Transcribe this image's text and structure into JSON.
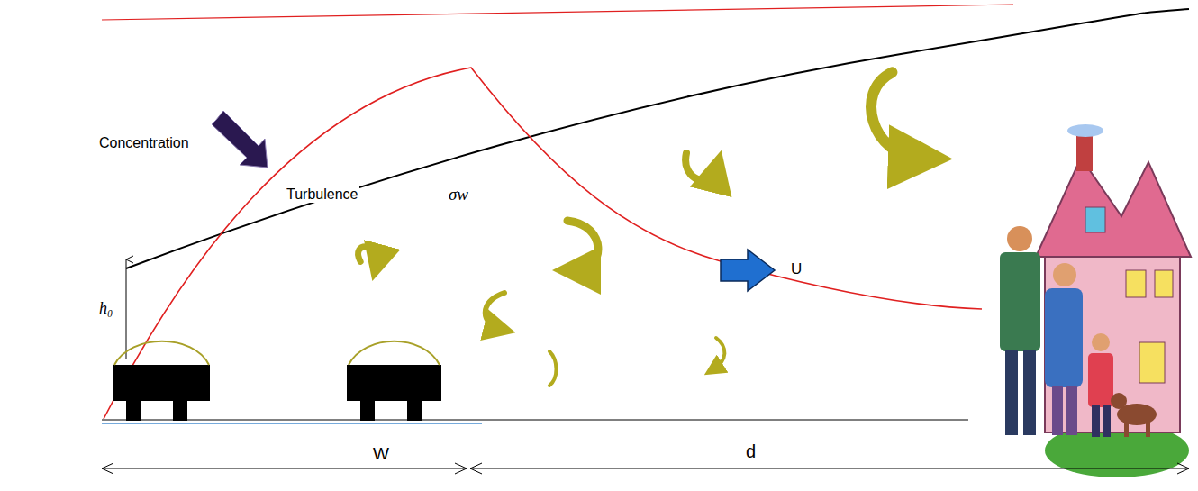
{
  "diagram": {
    "labels": [
      "Concentration",
      "Turbulence",
      "σw",
      "U",
      "h₀",
      "W",
      "d"
    ]
  }
}
